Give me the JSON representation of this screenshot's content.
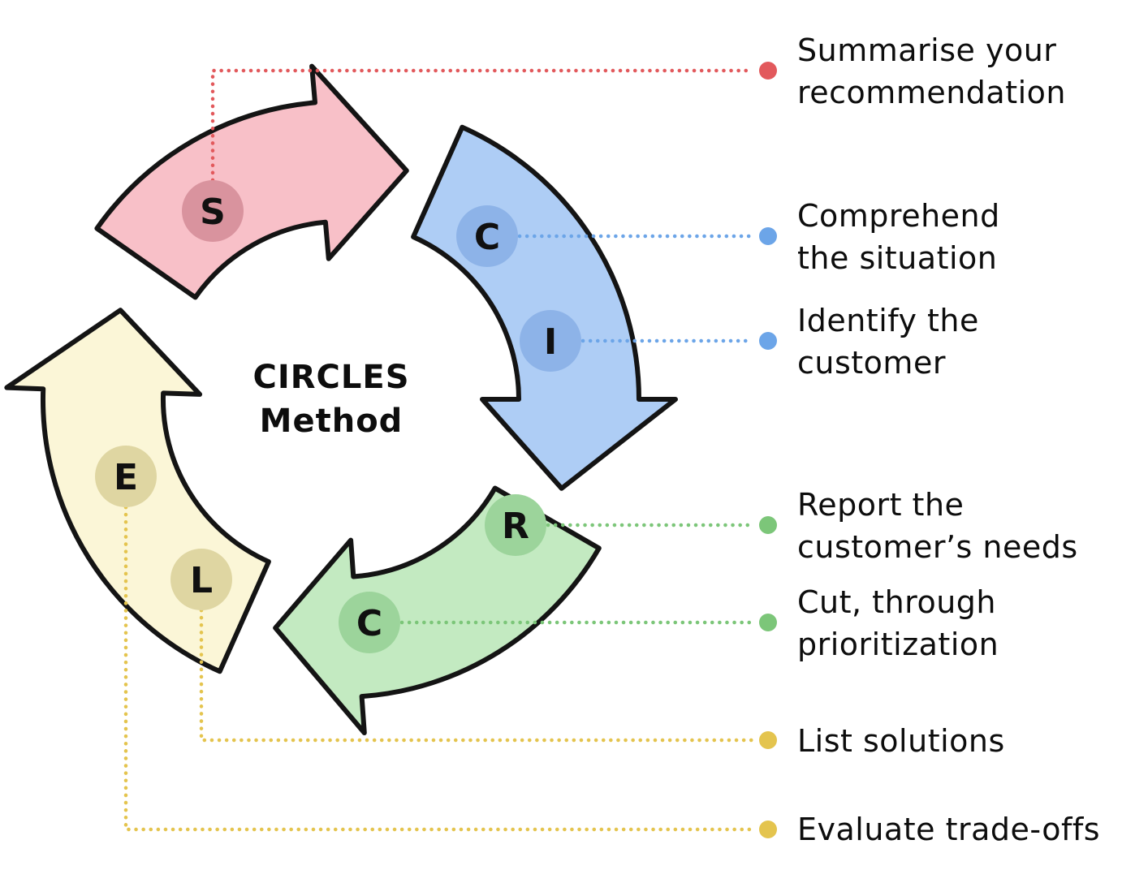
{
  "center": {
    "title": "CIRCLES\nMethod"
  },
  "steps": [
    {
      "letter": "S",
      "label": "Summarise your\nrecommendation",
      "accent": "#E2595C"
    },
    {
      "letter": "C",
      "label": "Comprehend\nthe situation",
      "accent": "#6CA5E8"
    },
    {
      "letter": "I",
      "label": "Identify the\ncustomer",
      "accent": "#6CA5E8"
    },
    {
      "letter": "R",
      "label": "Report the\ncustomer’s needs",
      "accent": "#7CC679"
    },
    {
      "letter": "C",
      "label": "Cut, through\nprioritization",
      "accent": "#7CC679"
    },
    {
      "letter": "L",
      "label": "List solutions",
      "accent": "#E4C44E"
    },
    {
      "letter": "E",
      "label": "Evaluate trade-offs",
      "accent": "#E4C44E"
    }
  ],
  "segments": [
    {
      "name": "summarise-arc",
      "fill": "#F8C0C8",
      "badge": "#D9939E"
    },
    {
      "name": "comprehend-identify-arc",
      "fill": "#AECDF5",
      "badge": "#8DB3E8"
    },
    {
      "name": "report-cut-arc",
      "fill": "#C3EAC1",
      "badge": "#9CD49B"
    },
    {
      "name": "list-evaluate-arc",
      "fill": "#FBF6D7",
      "badge": "#DFD6A2"
    }
  ],
  "outline_color": "#141414"
}
